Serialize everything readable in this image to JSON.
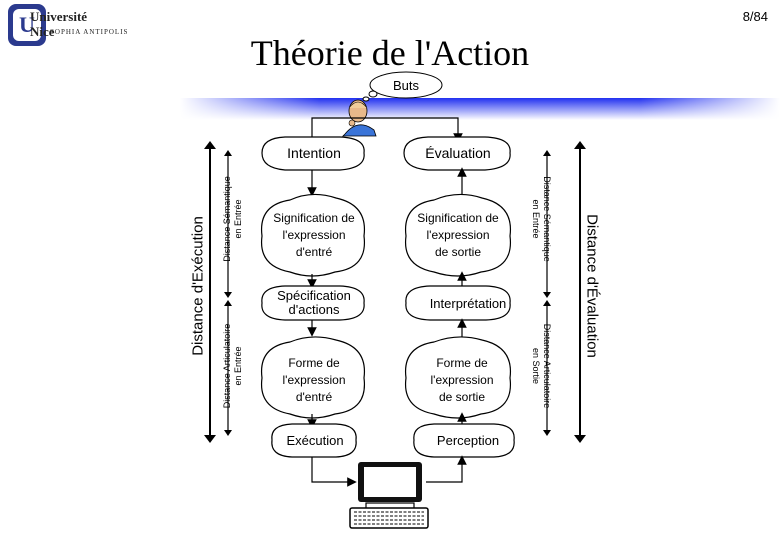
{
  "slide": {
    "number": "8/84",
    "title": "Théorie de l'Action",
    "logo": {
      "line1": "Université",
      "line2": "Nice",
      "line3": "SOPHIA ANTIPOLIS"
    }
  },
  "diagram": {
    "goal": "Buts",
    "intention": "Intention",
    "evaluation": "Évaluation",
    "left_column": {
      "semantic_input": [
        "Signification de",
        "l'expression",
        "d'entré"
      ],
      "action_spec": [
        "Spécification",
        "d'actions"
      ],
      "articulatory_input": [
        "Forme de",
        "l'expression",
        "d'entré"
      ],
      "execution": "Exécution"
    },
    "right_column": {
      "semantic_output": [
        "Signification de",
        "l'expression",
        "de sortie"
      ],
      "interpretation": "Interprétation",
      "articulatory_output": [
        "Forme de",
        "l'expression",
        "de sortie"
      ],
      "perception": "Perception"
    },
    "side_labels": {
      "execution_distance": "Distance d'Exécution",
      "evaluation_distance": "Distance d'Évaluation",
      "semantic_distance_input": [
        "Distance Sémantique",
        "en Entrée"
      ],
      "articulatory_distance_input": [
        "Distance Articulatoire",
        "en Entrée"
      ],
      "semantic_distance_output": [
        "Distance Sémantique",
        "en Entrée"
      ],
      "articulatory_distance_output": [
        "Distance Articulatoire",
        "en Sortie"
      ]
    }
  },
  "colors": {
    "banner": "#1a2be8",
    "banner_fade": "#ffffff",
    "cloud_fill": "#ffffff",
    "computer": "#000000",
    "head": "#e8b98a",
    "shirt": "#3a74d8"
  }
}
